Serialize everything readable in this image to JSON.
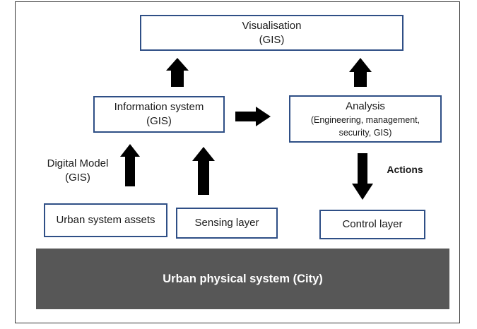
{
  "nodes": {
    "visualisation": {
      "title": "Visualisation",
      "subtitle": "(GIS)"
    },
    "information_system": {
      "title": "Information system",
      "subtitle": "(GIS)"
    },
    "analysis": {
      "title": "Analysis",
      "detail_line1": "(Engineering,  management,",
      "detail_line2": "security, GIS)"
    },
    "urban_assets": {
      "title": "Urban system assets"
    },
    "sensing_layer": {
      "title": "Sensing layer"
    },
    "control_layer": {
      "title": "Control  layer"
    },
    "urban_physical_system": {
      "title": "Urban physical system (City)"
    }
  },
  "labels": {
    "digital_model_line1": "Digital Model",
    "digital_model_line2": "(GIS)",
    "actions": "Actions"
  },
  "colors": {
    "box_border": "#2f4f86",
    "arrow": "#000000",
    "base_fill": "#575757",
    "base_text": "#ffffff"
  }
}
